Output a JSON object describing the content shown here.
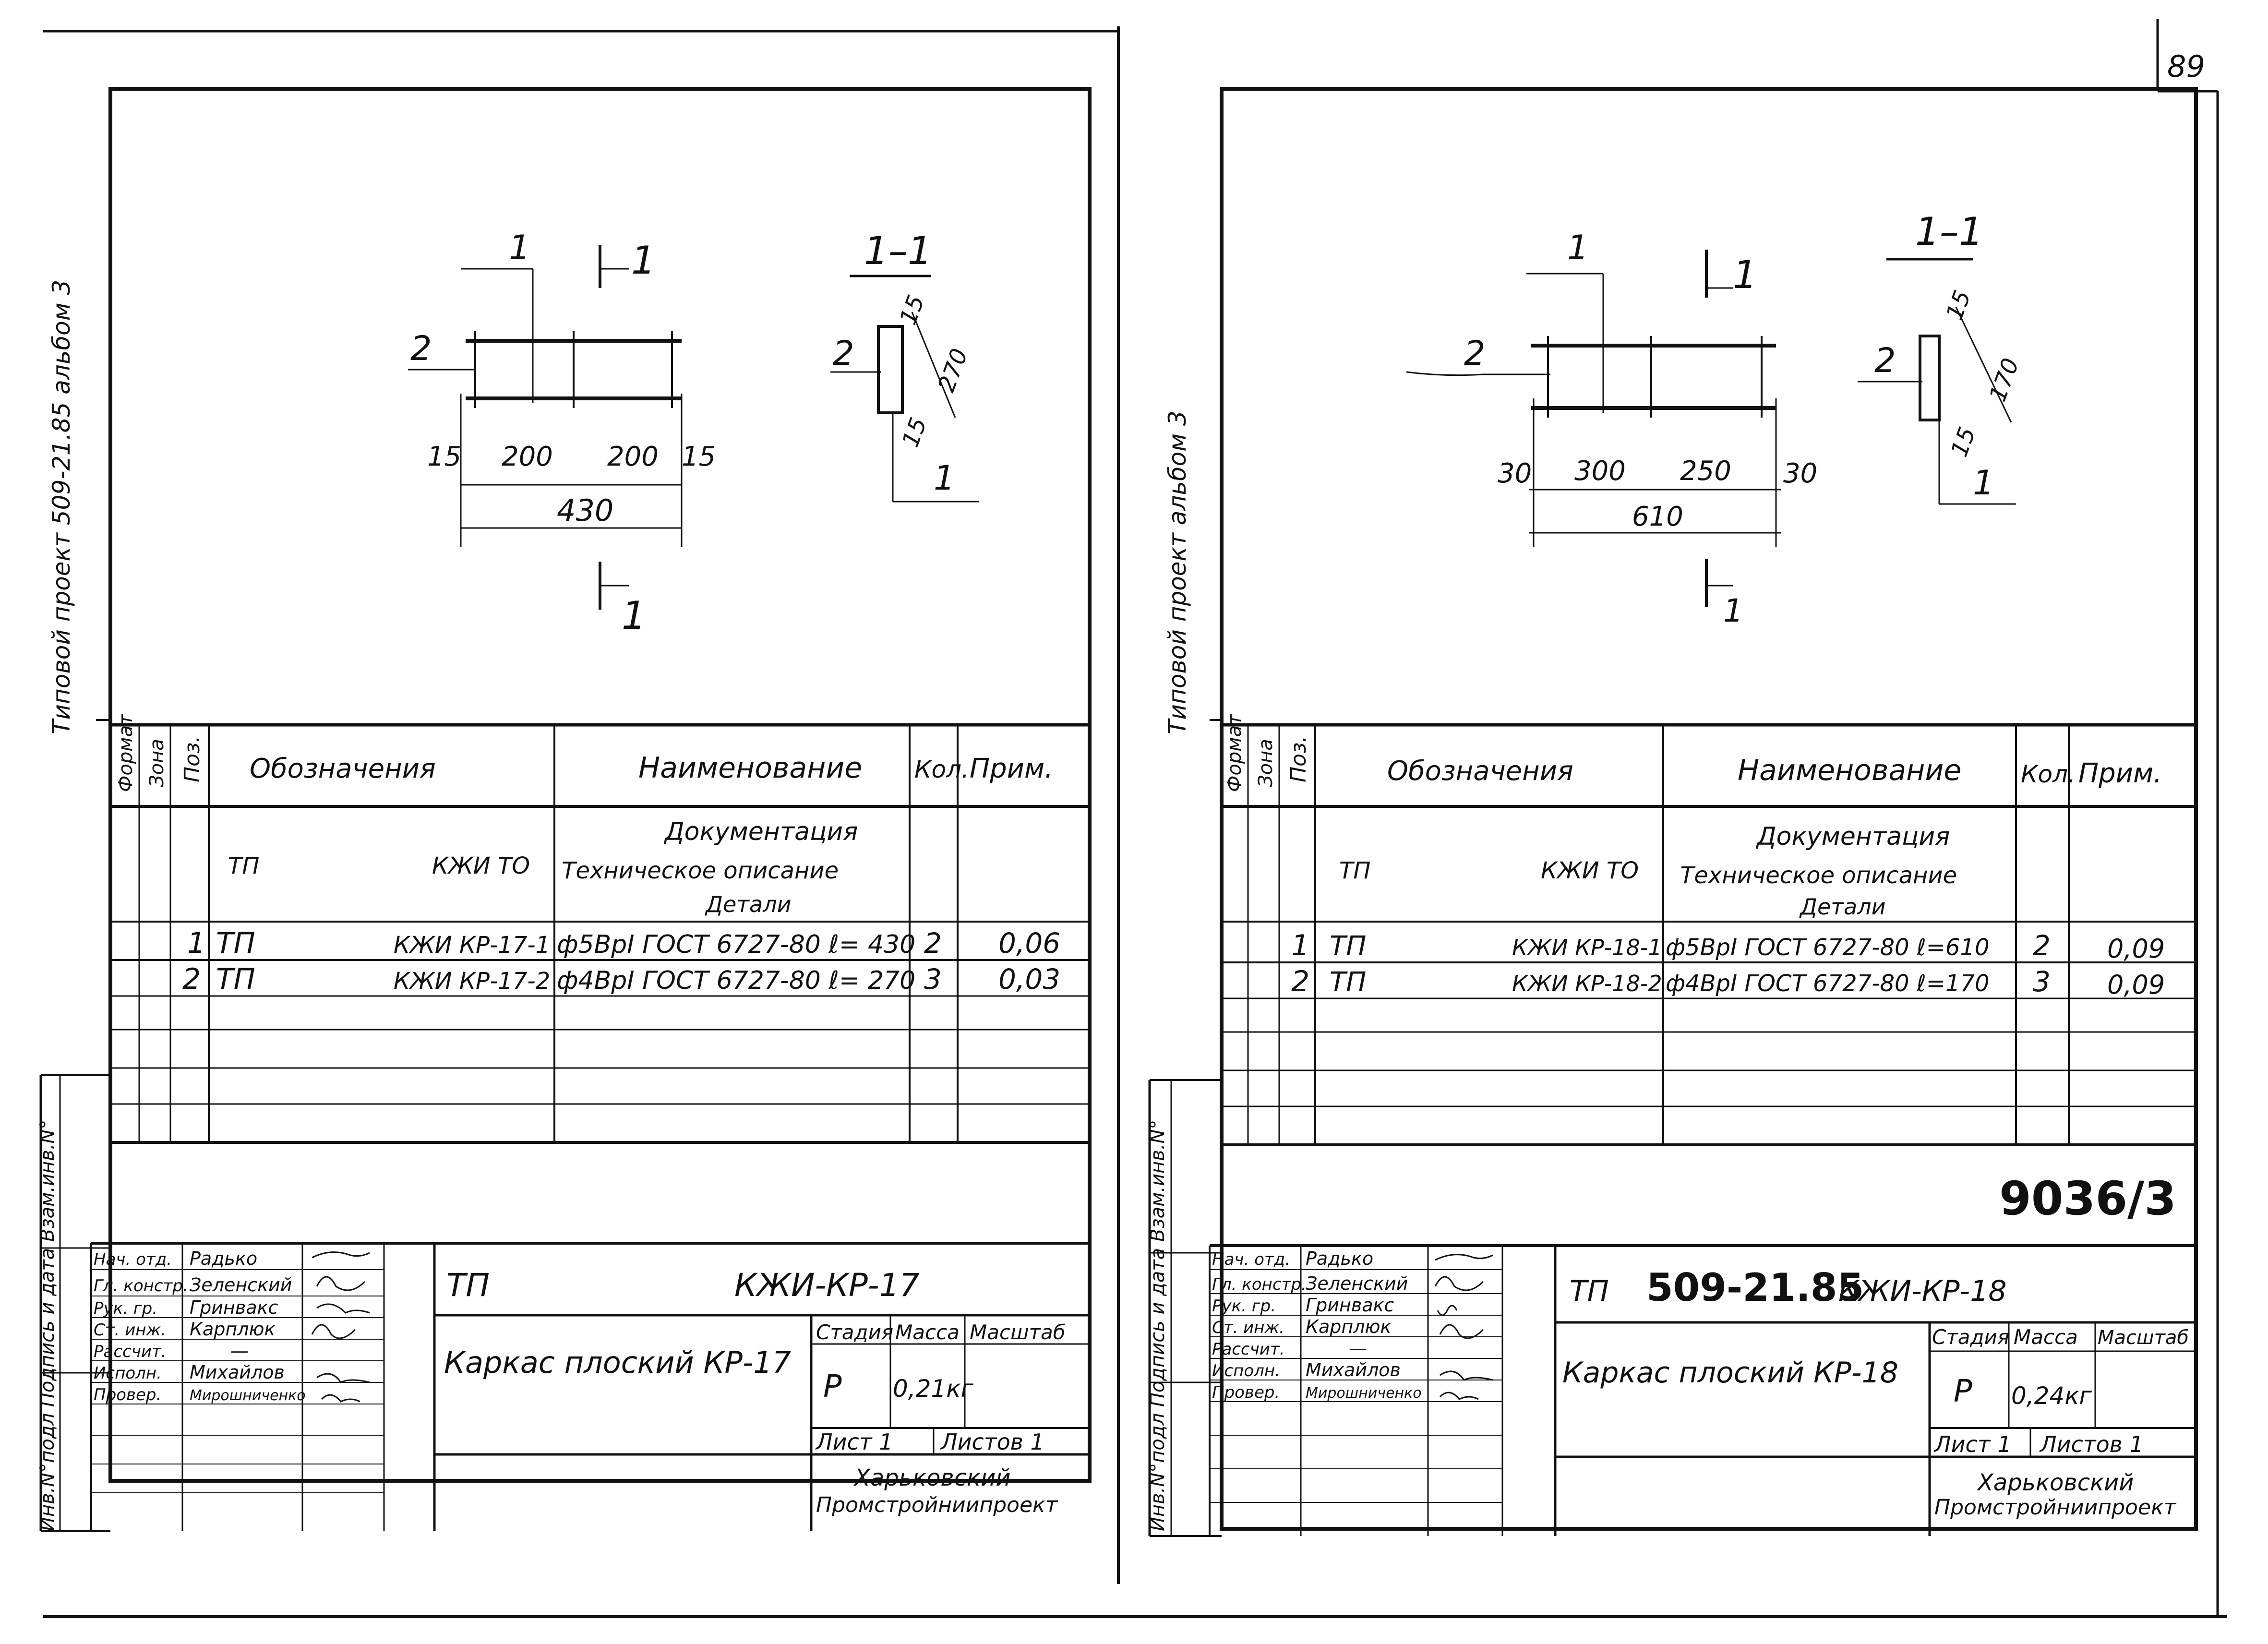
{
  "page_number": "89",
  "archive_number": "9036/3",
  "left": {
    "side_top": "Типовой проект 509-21.85 альбом 3",
    "side_bottom": "Инв.N°подл  Подпись и дата  Взам.инв.N°",
    "drawing": {
      "section_top": "1",
      "section_mark": "1",
      "section_bottom": "1",
      "section_title": "1–1",
      "pos_2": "2",
      "d_15a": "15",
      "d_200a": "200",
      "d_200b": "200",
      "d_15b": "15",
      "d_total": "430",
      "sec_pos_2": "2",
      "sec_15a": "15",
      "sec_270": "270",
      "sec_15b": "15",
      "sec_1": "1"
    },
    "spec_headers": {
      "format": "Формат",
      "zone": "Зона",
      "pos": "Поз.",
      "designation": "Обозначения",
      "name": "Наименование",
      "qty": "Кол.",
      "note": "Прим."
    },
    "doc_tp": "ТП",
    "doc_code": "КЖИ ТО",
    "doc_name_1": "Документация",
    "doc_name_2": "Техническое описание",
    "doc_name_3": "Детали",
    "rows": [
      {
        "pos": "1",
        "tp": "ТП",
        "code": "КЖИ КР-17-1",
        "name": "ф5ВрI ГОСТ 6727-80  ℓ= 430",
        "qty": "2",
        "note": "0,06"
      },
      {
        "pos": "2",
        "tp": "ТП",
        "code": "КЖИ КР-17-2",
        "name": "ф4ВрI ГОСТ 6727-80  ℓ= 270",
        "qty": "3",
        "note": "0,03"
      }
    ],
    "stamp": {
      "roles": [
        "Нач. отд.",
        "Гл. констр.",
        "Рук. гр.",
        "Ст. инж.",
        "Рассчит.",
        "Исполн.",
        "Провер."
      ],
      "names": [
        "Радько",
        "Зеленский",
        "Гринвакс",
        "Карплюк",
        "—",
        "Михайлов",
        "Мирошниченко"
      ],
      "title_tp": "ТП",
      "title_code": "КЖИ-КР-17",
      "item_name": "Каркас плоский КР-17",
      "stage_label": "Стадия",
      "mass_label": "Масса",
      "scale_label": "Масштаб",
      "stage": "Р",
      "mass": "0,21кг",
      "sheet": "Лист 1",
      "sheets": "Листов 1",
      "org_1": "Харьковский",
      "org_2": "Промстройниипроект"
    }
  },
  "right": {
    "side_top": "Типовой проект                альбом 3",
    "side_bottom": "Инв.N°подл  Подпись и дата  Взам.инв.N°",
    "drawing": {
      "section_top": "1",
      "section_mark": "1",
      "section_bottom": "1",
      "section_title": "1–1",
      "pos_2": "2",
      "d_30a": "30",
      "d_300": "300",
      "d_250": "250",
      "d_30b": "30",
      "d_total": "610",
      "sec_pos_2": "2",
      "sec_15a": "15",
      "sec_170": "170",
      "sec_15b": "15",
      "sec_1": "1"
    },
    "spec_headers": {
      "format": "Формат",
      "zone": "Зона",
      "pos": "Поз.",
      "designation": "Обозначения",
      "name": "Наименование",
      "qty": "Кол.",
      "note": "Прим."
    },
    "doc_tp": "ТП",
    "doc_code": "КЖИ ТО",
    "doc_name_1": "Документация",
    "doc_name_2": "Техническое описание",
    "doc_name_3": "Детали",
    "rows": [
      {
        "pos": "1",
        "tp": "ТП",
        "code": "КЖИ КР-18-1",
        "name": "ф5ВрI ГОСТ 6727-80 ℓ=610",
        "qty": "2",
        "note": "0,09"
      },
      {
        "pos": "2",
        "tp": "ТП",
        "code": "КЖИ КР-18-2",
        "name": "ф4ВрI ГОСТ 6727-80 ℓ=170",
        "qty": "3",
        "note": "0,09"
      }
    ],
    "stamp": {
      "roles": [
        "Нач. отд.",
        "Гл. констр.",
        "Рук. гр.",
        "Ст. инж.",
        "Рассчит.",
        "Исполн.",
        "Провер."
      ],
      "names": [
        "Радько",
        "Зеленский",
        "Гринвакс",
        "Карплюк",
        "—",
        "Михайлов",
        "Мирошниченко"
      ],
      "title_tp": "ТП",
      "title_num": "509-21.85",
      "title_code": "КЖИ-КР-18",
      "item_name": "Каркас плоский КР-18",
      "stage_label": "Стадия",
      "mass_label": "Масса",
      "scale_label": "Масштаб",
      "stage": "Р",
      "mass": "0,24кг",
      "sheet": "Лист 1",
      "sheets": "Листов 1",
      "org_1": "Харьковский",
      "org_2": "Промстройниипроект"
    }
  }
}
